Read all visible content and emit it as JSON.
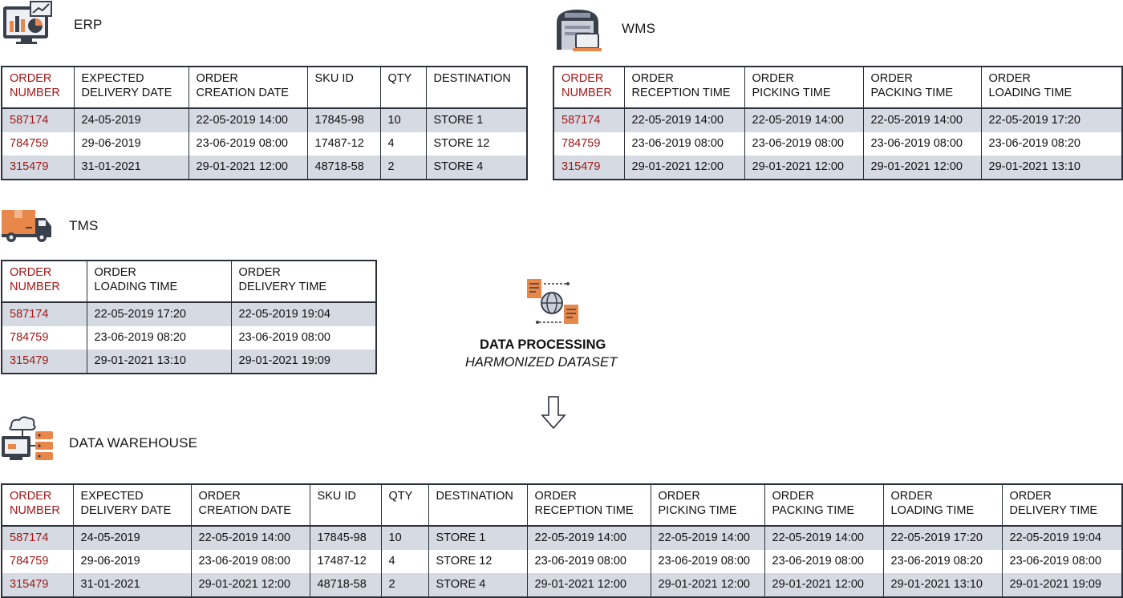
{
  "erp": {
    "label": "ERP",
    "icon": "monitor-chart-icon",
    "headers": [
      [
        "ORDER",
        "NUMBER"
      ],
      [
        "EXPECTED",
        "DELIVERY DATE"
      ],
      [
        "ORDER",
        "CREATION DATE"
      ],
      [
        "SKU ID",
        ""
      ],
      [
        "QTY",
        ""
      ],
      [
        "DESTINATION",
        ""
      ]
    ],
    "rows": [
      [
        "587174",
        "24-05-2019",
        "22-05-2019 14:00",
        "17845-98",
        "10",
        "STORE 1"
      ],
      [
        "784759",
        "29-06-2019",
        "23-06-2019 08:00",
        "17487-12",
        "4",
        "STORE 12"
      ],
      [
        "315479",
        "31-01-2021",
        "29-01-2021 12:00",
        "48718-58",
        "2",
        "STORE 4"
      ]
    ]
  },
  "wms": {
    "label": "WMS",
    "icon": "warehouse-laptop-icon",
    "headers": [
      [
        "ORDER",
        "NUMBER"
      ],
      [
        "ORDER",
        "RECEPTION TIME"
      ],
      [
        "ORDER",
        "PICKING TIME"
      ],
      [
        "ORDER",
        "PACKING TIME"
      ],
      [
        "ORDER",
        "LOADING TIME"
      ]
    ],
    "rows": [
      [
        "587174",
        "22-05-2019 14:00",
        "22-05-2019 14:00",
        "22-05-2019 14:00",
        "22-05-2019 17:20"
      ],
      [
        "784759",
        "23-06-2019 08:00",
        "23-06-2019 08:00",
        "23-06-2019 08:00",
        "23-06-2019 08:20"
      ],
      [
        "315479",
        "29-01-2021 12:00",
        "29-01-2021 12:00",
        "29-01-2021 12:00",
        "29-01-2021 13:10"
      ]
    ]
  },
  "tms": {
    "label": "TMS",
    "icon": "delivery-truck-icon",
    "headers": [
      [
        "ORDER",
        "NUMBER"
      ],
      [
        "ORDER",
        "LOADING TIME"
      ],
      [
        "ORDER",
        "DELIVERY TIME"
      ]
    ],
    "rows": [
      [
        "587174",
        "22-05-2019 17:20",
        "22-05-2019 19:04"
      ],
      [
        "784759",
        "23-06-2019 08:20",
        "23-06-2019 08:00"
      ],
      [
        "315479",
        "29-01-2021 13:10",
        "29-01-2021 19:09"
      ]
    ]
  },
  "processing": {
    "title": "DATA PROCESSING",
    "subtitle": "HARMONIZED DATASET",
    "icon": "data-exchange-globe-icon",
    "arrow_icon": "down-arrow-icon"
  },
  "dw": {
    "label": "DATA WAREHOUSE",
    "icon": "database-server-icon",
    "headers": [
      [
        "ORDER",
        "NUMBER"
      ],
      [
        "EXPECTED",
        "DELIVERY DATE"
      ],
      [
        "ORDER",
        "CREATION DATE"
      ],
      [
        "SKU ID",
        ""
      ],
      [
        "QTY",
        ""
      ],
      [
        "DESTINATION",
        ""
      ],
      [
        "ORDER",
        "RECEPTION TIME"
      ],
      [
        "ORDER",
        "PICKING TIME"
      ],
      [
        "ORDER",
        "PACKING TIME"
      ],
      [
        "ORDER",
        "LOADING TIME"
      ],
      [
        "ORDER",
        "DELIVERY TIME"
      ]
    ],
    "rows": [
      [
        "587174",
        "24-05-2019",
        "22-05-2019 14:00",
        "17845-98",
        "10",
        "STORE 1",
        "22-05-2019 14:00",
        "22-05-2019 14:00",
        "22-05-2019 14:00",
        "22-05-2019 17:20",
        "22-05-2019 19:04"
      ],
      [
        "784759",
        "29-06-2019",
        "23-06-2019 08:00",
        "17487-12",
        "4",
        "STORE 12",
        "23-06-2019 08:00",
        "23-06-2019 08:00",
        "23-06-2019 08:00",
        "23-06-2019 08:20",
        "23-06-2019 08:00"
      ],
      [
        "315479",
        "31-01-2021",
        "29-01-2021 12:00",
        "48718-58",
        "2",
        "STORE 4",
        "29-01-2021 12:00",
        "29-01-2021 12:00",
        "29-01-2021 12:00",
        "29-01-2021 13:10",
        "29-01-2021 19:09"
      ]
    ]
  },
  "colors": {
    "order_number": "#a01818",
    "row_shade": "#d6dae3",
    "border": "#2a2f3a",
    "icon_dark": "#3a3f4c",
    "icon_orange": "#e8874a"
  }
}
